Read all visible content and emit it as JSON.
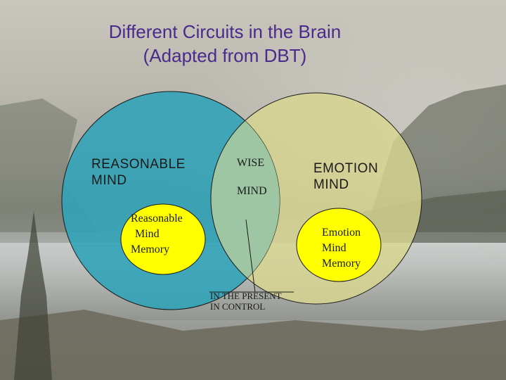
{
  "slide": {
    "title_line1": "Different Circuits in the Brain",
    "title_line2": "(Adapted from DBT)"
  },
  "diagram": {
    "reasonable_mind": {
      "line1": "REASONABLE",
      "line2": "MIND",
      "color": "#2fa3b8"
    },
    "emotion_mind": {
      "line1": "EMOTION",
      "line2": "MIND",
      "color": "#d8d58f"
    },
    "wise_mind": {
      "line1": "WISE",
      "line2": "MIND"
    },
    "reasonable_memory": {
      "line1": "Reasonable",
      "line2": "Mind",
      "line3": "Memory",
      "color": "#ffff00"
    },
    "emotion_memory": {
      "line1": "Emotion",
      "line2": "Mind",
      "line3": "Memory",
      "color": "#ffff00"
    },
    "callout": {
      "line1": "IN THE PRESENT",
      "line2": "IN CONTROL"
    }
  },
  "colors": {
    "title": "#4a2a8c"
  }
}
